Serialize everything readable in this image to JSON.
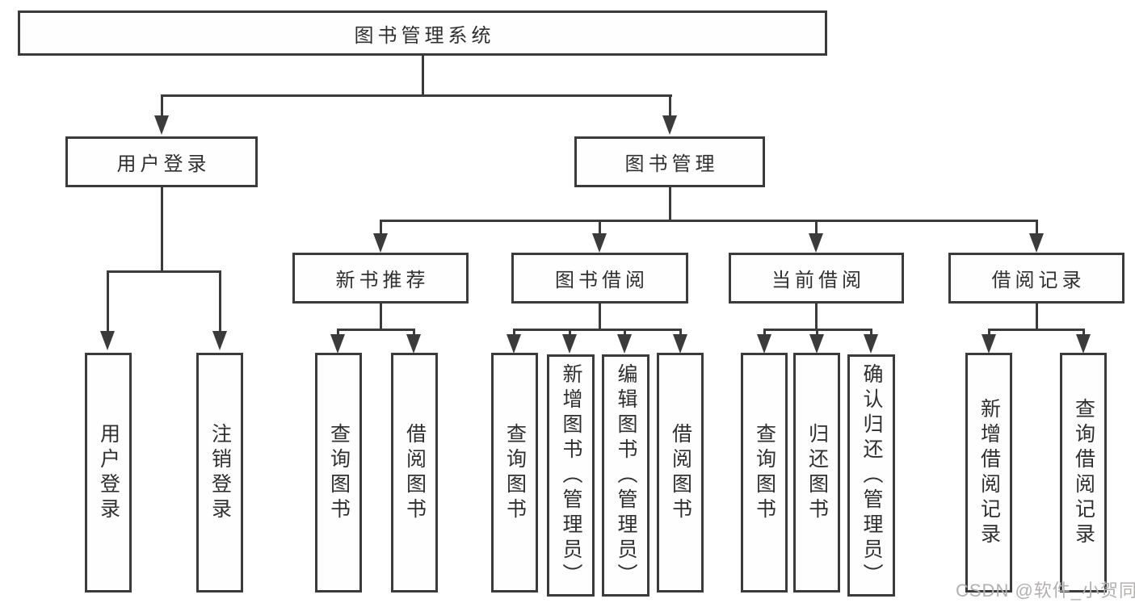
{
  "diagram": {
    "title": "图书管理系统",
    "nodes": {
      "root": "图书管理系统",
      "user_login": "用户登录",
      "book_management": "图书管理",
      "new_book": "新书推荐",
      "book_borrow": "图书借阅",
      "current_borrow": "当前借阅",
      "borrow_record": "借阅记录",
      "leaf_user_login": "用户登录",
      "leaf_logout": "注销登录",
      "nb_query_book": "查询图书",
      "nb_borrow_book": "借阅图书",
      "bb_query_book": "查询图书",
      "bb_add_book": "新增图书（管理员）",
      "bb_edit_book": "编辑图书（管理员）",
      "bb_borrow_book": "借阅图书",
      "cb_query_book": "查询图书",
      "cb_return_book": "归还图书",
      "cb_confirm_return": "确认归还（管理员）",
      "br_add_record": "新增借阅记录",
      "br_query_record": "查询借阅记录"
    },
    "colors": {
      "line": "#3b3b3b",
      "text": "#2f2f2f",
      "background": "#ffffff",
      "watermark": "#b3b0b0"
    }
  },
  "watermark": {
    "text": "CSDN @软件_小贺同学"
  }
}
